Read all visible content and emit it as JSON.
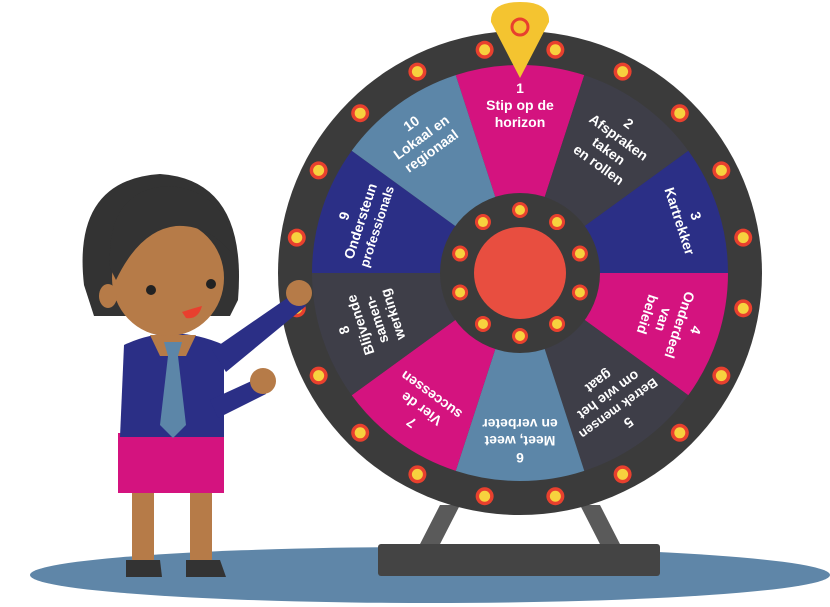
{
  "wheel": {
    "segments": [
      {
        "number": "1",
        "lines": [
          "Stip op de",
          "horizon"
        ],
        "color": "#d4137f"
      },
      {
        "number": "2",
        "lines": [
          "Afspraken",
          "taken",
          "en rollen"
        ],
        "color": "#3e3e48"
      },
      {
        "number": "3",
        "lines": [
          "Kartrekker"
        ],
        "color": "#2b2f86"
      },
      {
        "number": "4",
        "lines": [
          "Onderdeel",
          "van",
          "beleid"
        ],
        "color": "#d4137f"
      },
      {
        "number": "5",
        "lines": [
          "Betrek mensen",
          "om wie het",
          "gaat"
        ],
        "color": "#3e3e48"
      },
      {
        "number": "6",
        "lines": [
          "Meet, weet",
          "en verbeter"
        ],
        "color": "#5c86a8"
      },
      {
        "number": "7",
        "lines": [
          "Vier de",
          "successen"
        ],
        "color": "#d4137f"
      },
      {
        "number": "8",
        "lines": [
          "Blijvende",
          "samen-",
          "werking"
        ],
        "color": "#3e3e48"
      },
      {
        "number": "9",
        "lines": [
          "Ondersteun",
          "professionals"
        ],
        "color": "#2b2f86"
      },
      {
        "number": "10",
        "lines": [
          "Lokaal en",
          "regionaal"
        ],
        "color": "#5c86a8"
      }
    ]
  },
  "colors": {
    "rim": "#3b3b3b",
    "hub_ring": "#3b3b3b",
    "hub_center": "#e84e40",
    "bulb_outer": "#e8402e",
    "bulb_inner": "#f7d23e",
    "pointer": "#f4c430",
    "shadow": "#5f86a8",
    "stand": "#444444",
    "skin": "#b67b48",
    "hair": "#333333",
    "jacket": "#2b2f86",
    "skirt": "#d4137f",
    "tie": "#5c86a8"
  },
  "icons": {
    "pointer": "pointer-icon",
    "person": "presenter-person"
  }
}
